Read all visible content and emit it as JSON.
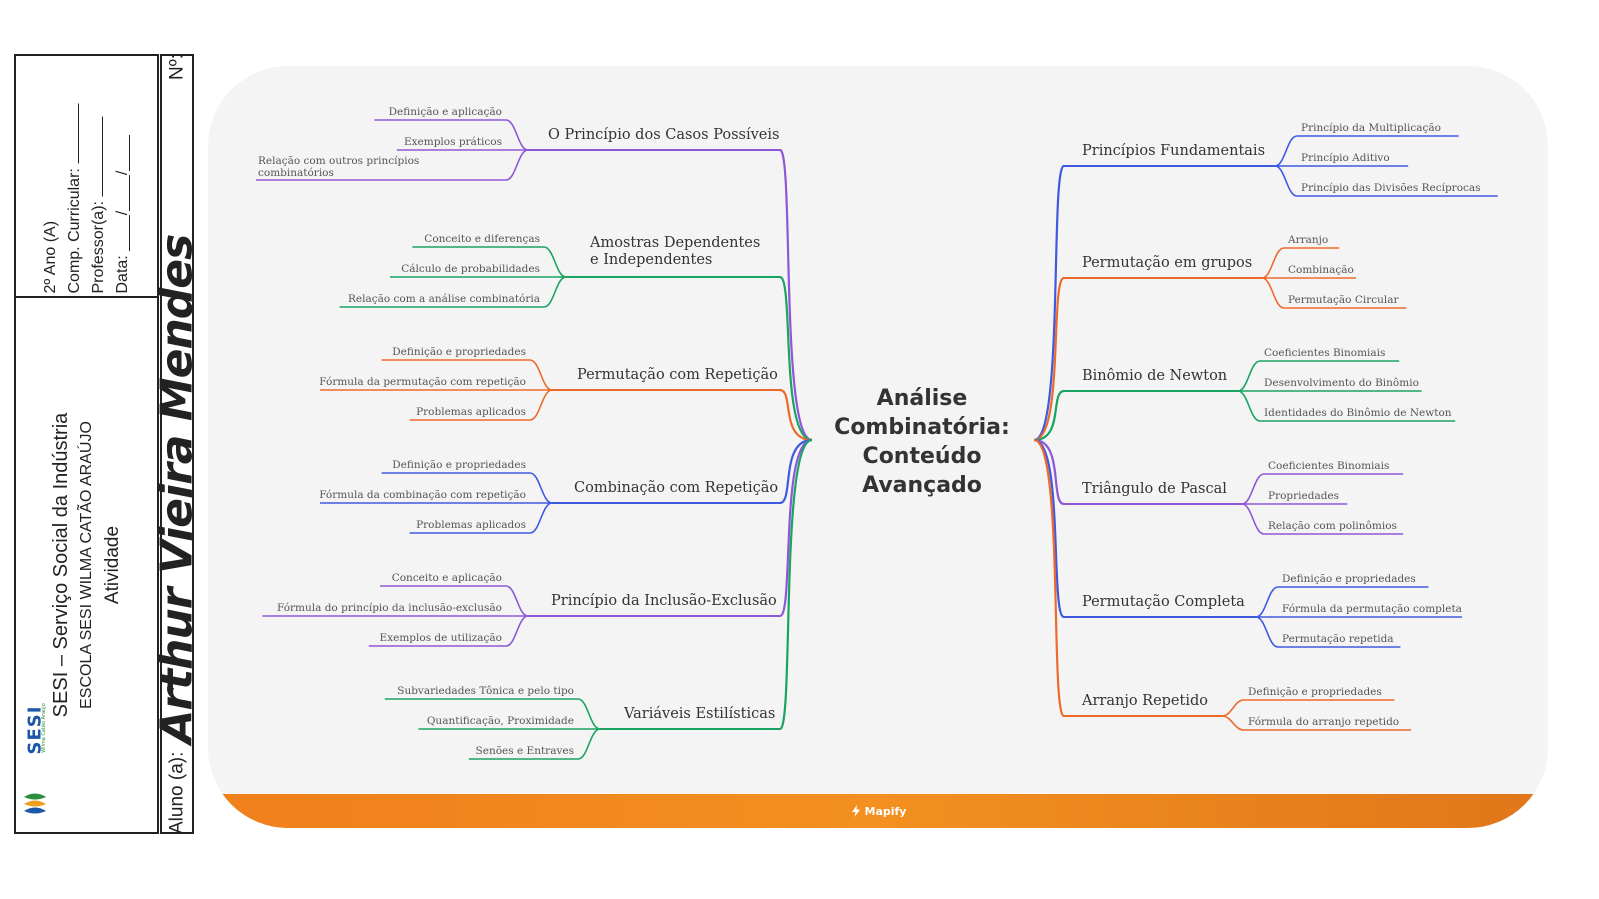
{
  "header": {
    "class_label": "2º Ano (A)",
    "curriculum_label": "Comp. Curricular:",
    "teacher_label": "Professor(a):",
    "date_label": "Data: ____/____/____",
    "school_name": "SESI – Serviço Social da Indústria",
    "school_unit": "ESCOLA SESI WILMA CATÃO ARAÚJO",
    "doc_type": "Atividade",
    "student_label": "Aluno (a):",
    "student_name": "Arthur Vieira Mendes",
    "number_label": "Nº:",
    "logo_text": "SESI",
    "logo_small": "ESCOLA",
    "logo_sub": "Wilma Catão Araújo"
  },
  "mindmap": {
    "central_topic": [
      "Análise",
      "Combinatória:",
      "Conteúdo",
      "Avançado"
    ],
    "colors": {
      "purple": "#8e56d8",
      "green": "#19a463",
      "orange": "#ee6a2b",
      "blue": "#3e5ae0"
    },
    "left_branches": [
      {
        "label": "O Princípio dos Casos Possíveis",
        "color": "purple",
        "children": [
          "Definição e aplicação",
          "Exemplos práticos",
          "Relação com outros princípios combinatórios"
        ]
      },
      {
        "label": "Amostras Dependentes e Independentes",
        "color": "green",
        "children": [
          "Conceito e diferenças",
          "Cálculo de probabilidades",
          "Relação com a análise combinatória"
        ]
      },
      {
        "label": "Permutação com Repetição",
        "color": "orange",
        "children": [
          "Definição e propriedades",
          "Fórmula da permutação com repetição",
          "Problemas aplicados"
        ]
      },
      {
        "label": "Combinação com Repetição",
        "color": "blue",
        "children": [
          "Definição e propriedades",
          "Fórmula da combinação com repetição",
          "Problemas aplicados"
        ]
      },
      {
        "label": "Princípio da Inclusão-Exclusão",
        "color": "purple",
        "children": [
          "Conceito e aplicação",
          "Fórmula do princípio da inclusão-exclusão",
          "Exemplos de utilização"
        ]
      },
      {
        "label": "Variáveis Estilísticas",
        "color": "green",
        "children": [
          "Subvariedades Tônica e pelo tipo",
          "Quantificação, Proximidade",
          "Senões e Entraves"
        ]
      }
    ],
    "right_branches": [
      {
        "label": "Princípios Fundamentais",
        "color": "blue",
        "children": [
          "Princípio da Multiplicação",
          "Princípio Aditivo",
          "Princípio das Divisões Recíprocas"
        ]
      },
      {
        "label": "Permutação em grupos",
        "color": "orange",
        "children": [
          "Arranjo",
          "Combinação",
          "Permutação Circular"
        ]
      },
      {
        "label": "Binômio de Newton",
        "color": "green",
        "children": [
          "Coeficientes Binomiais",
          "Desenvolvimento do Binômio",
          "Identidades do Binômio de Newton"
        ]
      },
      {
        "label": "Triângulo de Pascal",
        "color": "purple",
        "children": [
          "Coeficientes Binomiais",
          "Propriedades",
          "Relação com polinômios"
        ]
      },
      {
        "label": "Permutação Completa",
        "color": "blue",
        "children": [
          "Definição e propriedades",
          "Fórmula da permutação completa",
          "Permutação repetida"
        ]
      },
      {
        "label": "Arranjo Repetido",
        "color": "orange",
        "children": [
          "Definição e propriedades",
          "Fórmula do arranjo repetido"
        ]
      }
    ],
    "footer_brand": "Mapify",
    "footer_color": "#f3901f"
  }
}
